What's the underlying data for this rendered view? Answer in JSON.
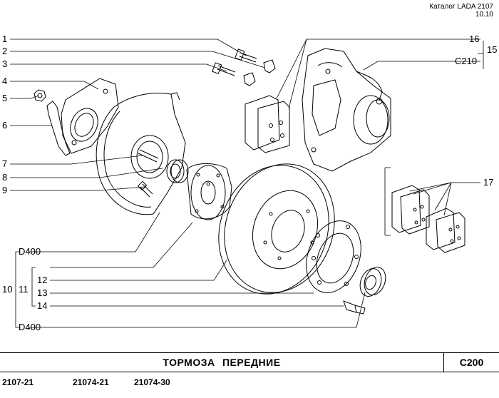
{
  "header": {
    "catalog": "Каталог LADA 2107",
    "date": "10.10"
  },
  "labels": {
    "p1": "1",
    "p2": "2",
    "p3": "3",
    "p4": "4",
    "p5": "5",
    "p6": "6",
    "p7": "7",
    "p8": "8",
    "p9": "9",
    "p10": "10",
    "p11": "11",
    "p12": "12",
    "p13": "13",
    "p14": "14",
    "p15": "15",
    "p16": "16",
    "p17": "17",
    "c210": "C210",
    "d400_top": "D400",
    "d400_bottom": "D400"
  },
  "footer": {
    "title": "ТОРМОЗА   ПЕРЕДНИЕ",
    "code": "C200",
    "models": [
      "2107-21",
      "21074-21",
      "21074-30"
    ]
  }
}
